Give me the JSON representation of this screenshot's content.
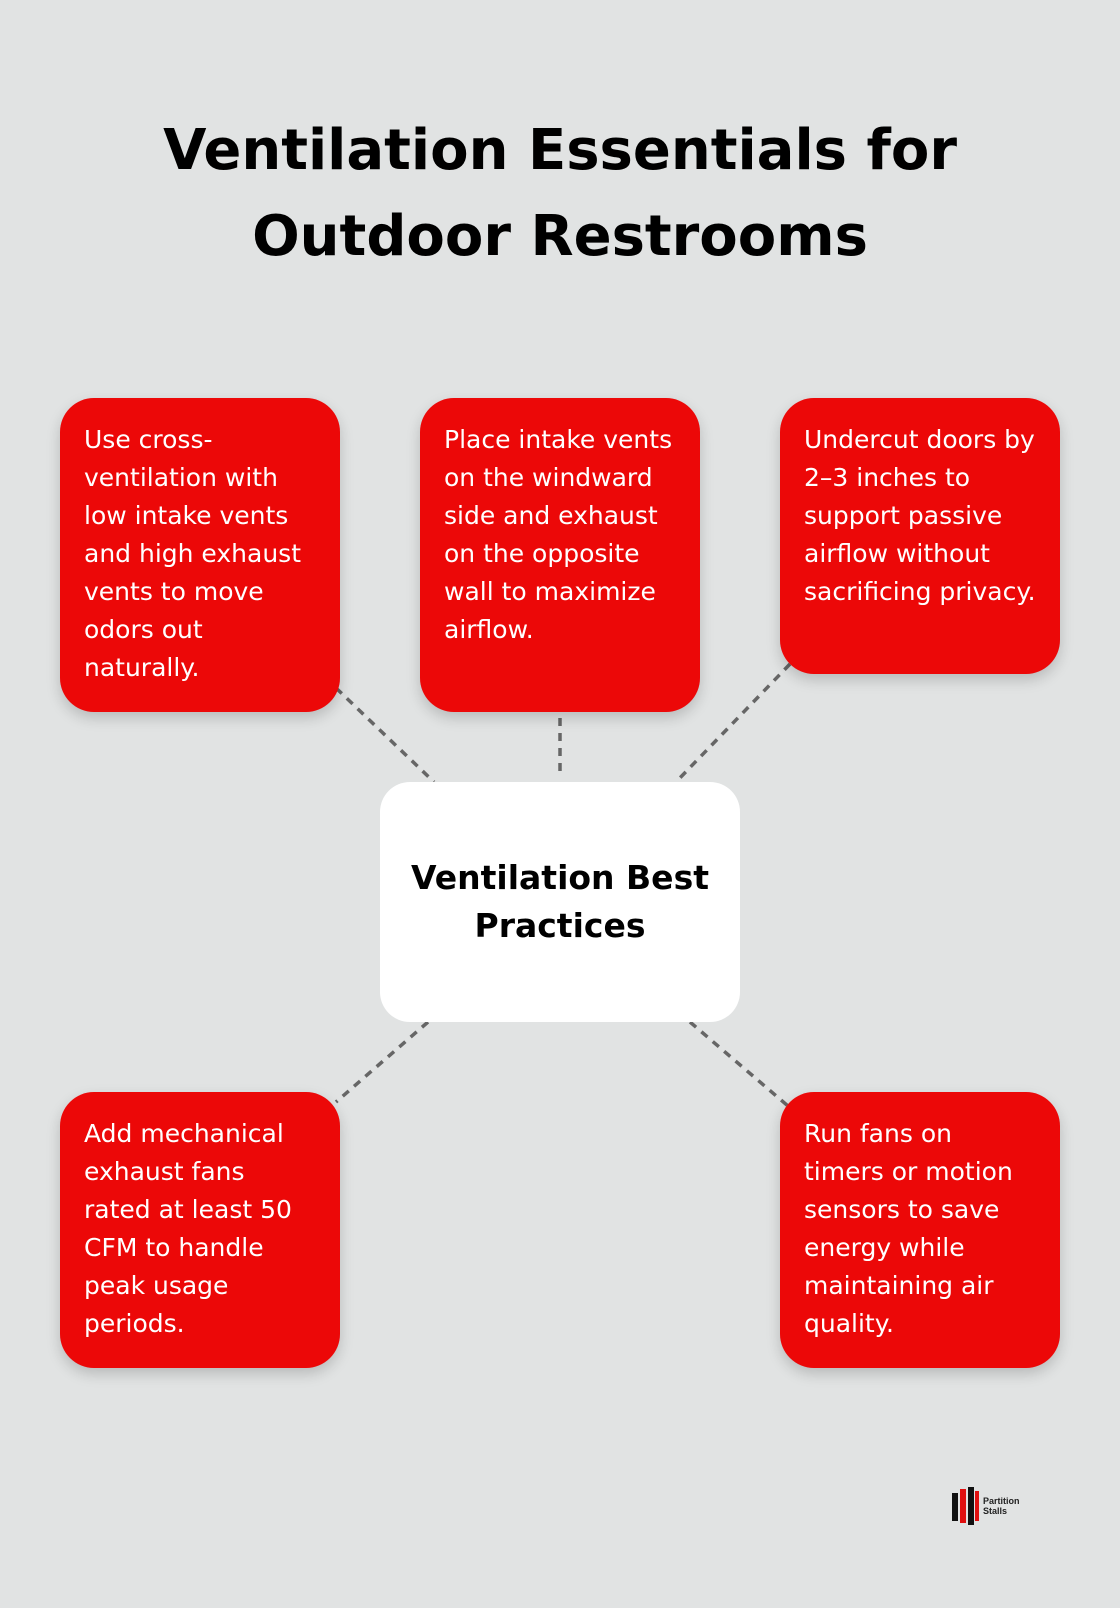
{
  "title": {
    "line1": "Ventilation Essentials for",
    "line2": "Outdoor Restrooms"
  },
  "center": {
    "label": "Ventilation Best Practices"
  },
  "items": [
    {
      "text": "Use cross-ventilation with low intake vents and high exhaust vents to move odors out naturally."
    },
    {
      "text": "Place intake vents on the windward side and exhaust on the opposite wall to maximize airflow."
    },
    {
      "text": "Undercut doors by 2–3 inches to support passive airflow without sacrificing privacy."
    },
    {
      "text": "Add mechanical exhaust fans rated at least 50 CFM to handle peak usage periods."
    },
    {
      "text": "Run fans on timers or motion sensors to save energy while maintaining air quality."
    }
  ],
  "logo": {
    "line1": "Partition",
    "line2": "Stalls"
  },
  "colors": {
    "background": "#e1e3e3",
    "card": "#ec0808",
    "center_card": "#ffffff",
    "connector": "#666666"
  }
}
